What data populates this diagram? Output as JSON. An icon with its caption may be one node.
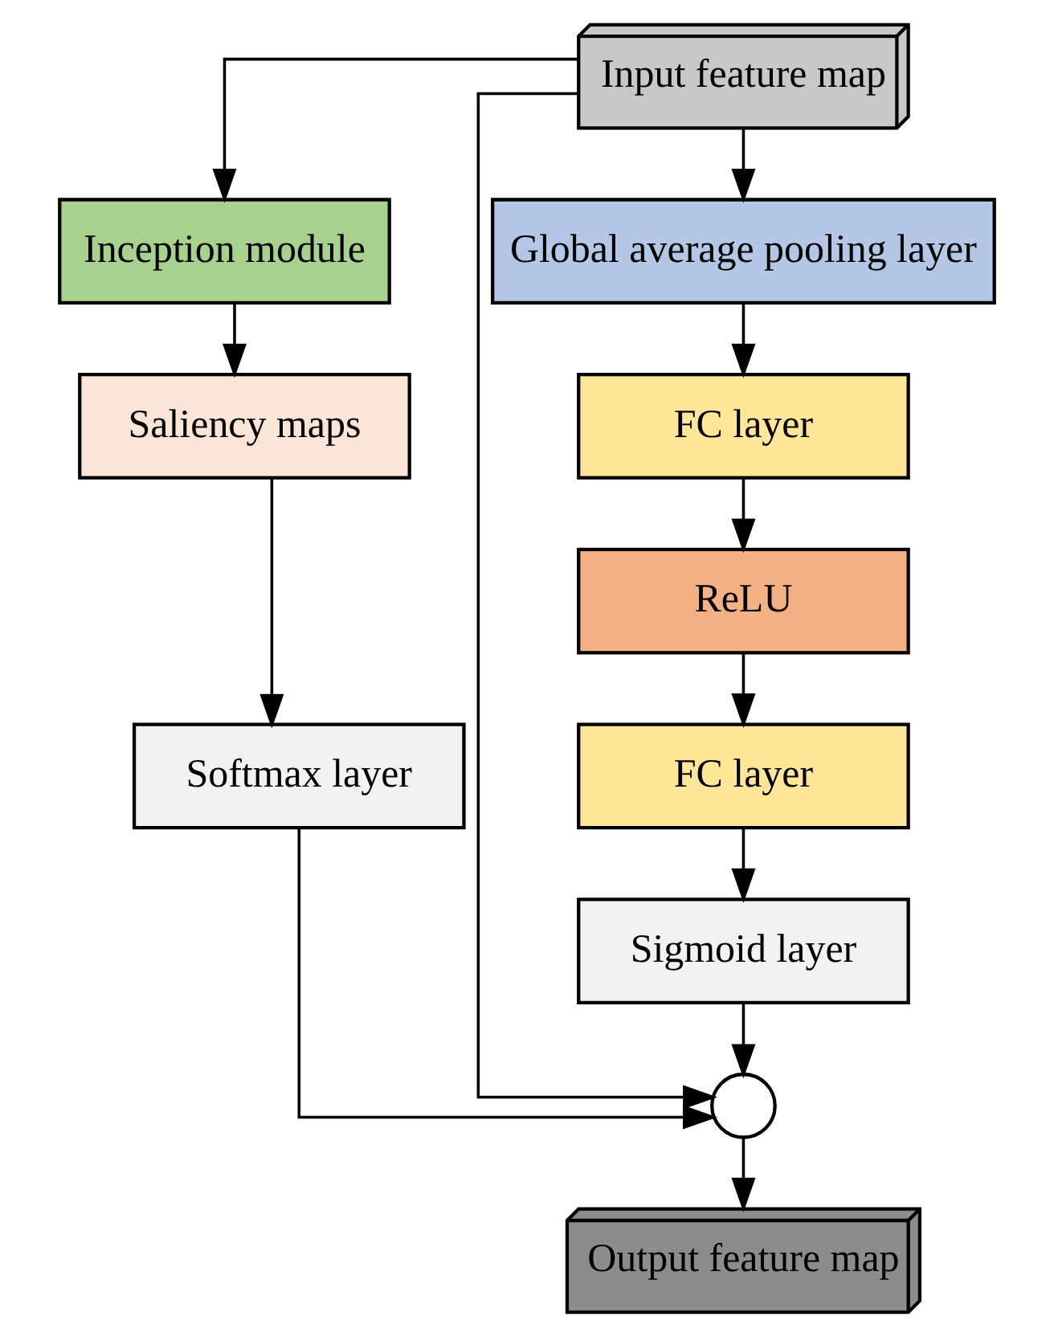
{
  "diagram": {
    "nodes": [
      {
        "text": [
          "Input feature map"
        ]
      },
      {
        "text": [
          "Inception module"
        ]
      },
      {
        "text": [
          "Saliency maps"
        ]
      },
      {
        "text": [
          "Softmax layer"
        ]
      },
      {
        "text": [
          "Global average pooling layer"
        ]
      },
      {
        "text": [
          "FC layer"
        ]
      },
      {
        "text": [
          "ReLU"
        ]
      },
      {
        "text": [
          "FC layer"
        ]
      },
      {
        "text": [
          "Sigmoid layer"
        ]
      },
      {
        "text": [],
        "shape": "circle"
      },
      {
        "text": [
          "Output feature map"
        ]
      }
    ],
    "edges": [
      {
        "from": 0,
        "to": 1,
        "arrow": "to"
      },
      {
        "from": 0,
        "to": 9,
        "arrow": "to"
      },
      {
        "from": 0,
        "to": 4,
        "arrow": "to"
      },
      {
        "from": 1,
        "to": 2,
        "arrow": "to"
      },
      {
        "from": 2,
        "to": 3,
        "arrow": "to"
      },
      {
        "from": 4,
        "to": 5,
        "arrow": "to"
      },
      {
        "from": 5,
        "to": 6,
        "arrow": "to"
      },
      {
        "from": 6,
        "to": 7,
        "arrow": "to"
      },
      {
        "from": 7,
        "to": 8,
        "arrow": "to"
      },
      {
        "from": 3,
        "to": 9,
        "arrow": "to"
      },
      {
        "from": 8,
        "to": 9,
        "arrow": "to"
      },
      {
        "from": 9,
        "to": 10,
        "arrow": "to"
      }
    ]
  }
}
